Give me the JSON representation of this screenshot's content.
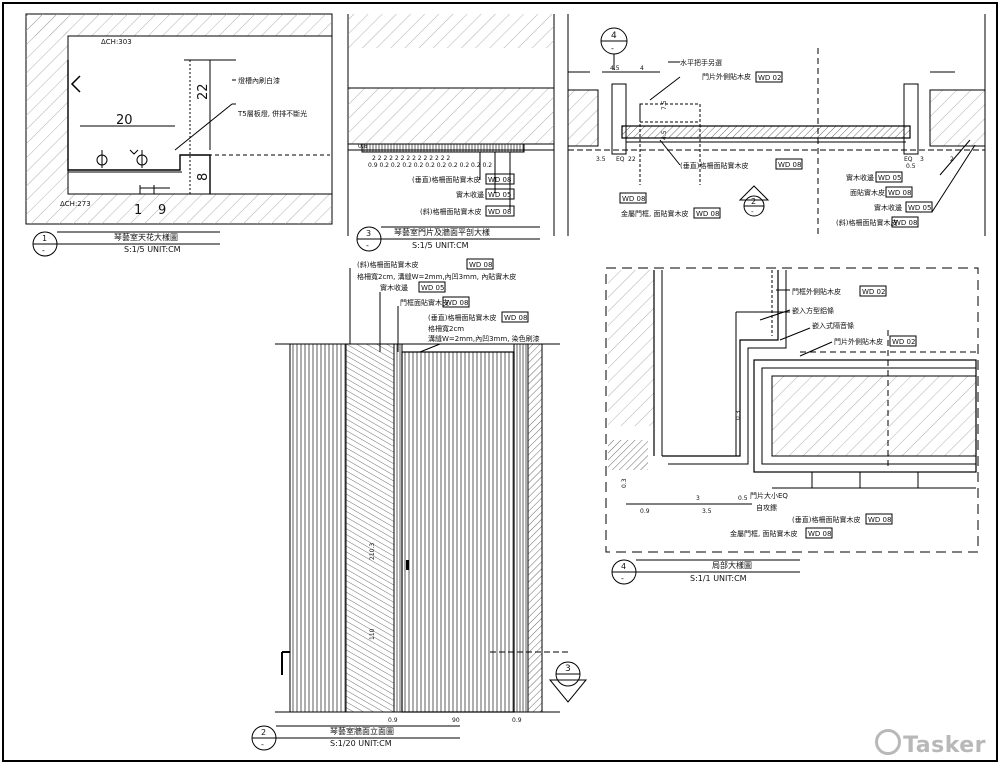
{
  "sheet": {
    "border_color": "#000000"
  },
  "d1": {
    "title": "琴藝室天花大樣圖",
    "scale": "S:1/5 UNIT:CM",
    "num": "1",
    "ref": "-",
    "ch_top": "ΔCH:303",
    "ch_bot": "ΔCH:273",
    "notes": [
      "燈槽內刷白漆",
      "T5層板燈, 併排不斷光"
    ],
    "dims": [
      "20",
      "22",
      "8",
      "1",
      "9"
    ]
  },
  "d3": {
    "title": "琴藝室門片及牆面平剖大樣",
    "scale": "S:1/5 UNIT:CM",
    "num": "3",
    "ref": "-",
    "dims_row": "2 2 2 2 2 2 2 2 2 2 2 2 2 2",
    "dims_row2": "0.9 0.2 0.2 0.2 0.2 0.2 0.2 0.2 0.2 0.2 0.2",
    "side": "0.8",
    "notes": [
      "(垂直)格柵面貼實木皮",
      "實木收邊",
      "(斜)格柵面貼實木皮"
    ],
    "codes": [
      "WD 08",
      "WD 05",
      "WD 08"
    ]
  },
  "d_top_right": {
    "bubble_num": "4",
    "bubble_ref": "-",
    "sec_num": "2",
    "sec_ref": "-",
    "left_notes": [
      "水平把手另選",
      "門片外側貼木皮",
      "(垂直)格柵面貼實木皮",
      "金屬門框, 面貼實木皮"
    ],
    "left_codes": [
      "WD 02",
      "WD 08",
      "WD 08",
      "WD 08"
    ],
    "right_notes": [
      "實木收邊",
      "面貼實木皮",
      "實木收邊",
      "(斜)格柵面貼實木皮"
    ],
    "right_codes": [
      "WD 05",
      "WD 08",
      "WD 05",
      "WD 08"
    ],
    "dims": [
      "4.5",
      "4",
      "7.5",
      "4.5",
      "3.5",
      "EQ",
      "22",
      "EQ",
      "3",
      "2",
      "0.5"
    ]
  },
  "d2": {
    "title": "琴藝室牆面立面圖",
    "scale": "S:1/20 UNIT:CM",
    "num": "2",
    "ref": "-",
    "sec_num": "3",
    "sec_ref": "-",
    "notes": [
      "(斜)格柵面貼實木皮",
      "格柵寬2cm, 溝縫W=2mm,內凹3mm, 內貼實木皮",
      "實木收邊",
      "門框面貼實木皮",
      "(垂直)格柵面貼實木皮",
      "格柵寬2cm",
      "溝縫W=2mm,內凹3mm, 染色刷漆"
    ],
    "codes": [
      "WD 08",
      "WD 05",
      "WD 08",
      "WD 08"
    ],
    "dims": [
      "0.9",
      "90",
      "0.9"
    ],
    "height_labels": [
      "210.3",
      "110"
    ]
  },
  "d4": {
    "title": "局部大樣圖",
    "scale": "S:1/1 UNIT:CM",
    "num": "4",
    "ref": "-",
    "notes": [
      "門框外側貼木皮",
      "嵌入方型鋁條",
      "嵌入式隔音條",
      "門片外側貼木皮",
      "門片大小EQ",
      "自攻鏍",
      "(垂直)格柵面貼實木皮",
      "金屬門框, 面貼實木皮"
    ],
    "codes": [
      "WD 02",
      "WD 02",
      "WD 08",
      "WD 08"
    ],
    "dims": [
      "0.3",
      "0.3",
      "0.9",
      "3",
      "3.5",
      "0.5"
    ]
  },
  "watermark": "Tasker"
}
